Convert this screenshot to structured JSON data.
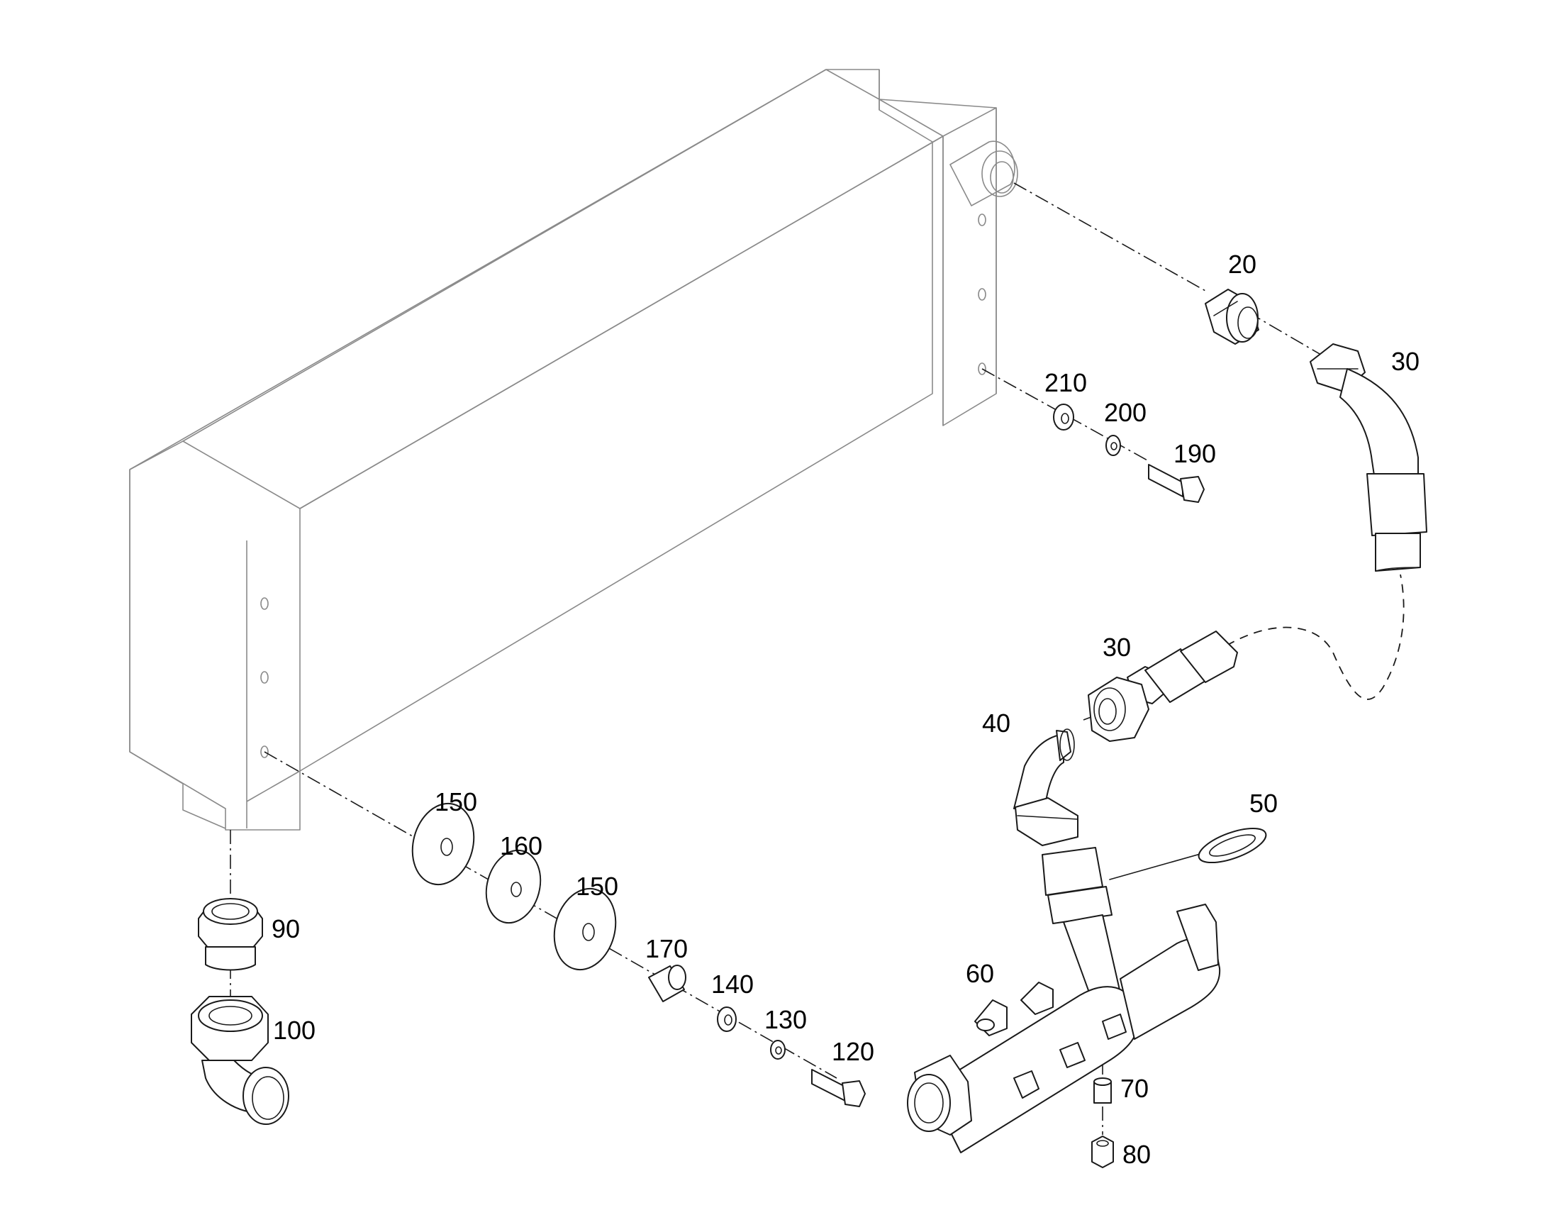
{
  "callouts": [
    {
      "id": "c20",
      "text": "20"
    },
    {
      "id": "c30a",
      "text": "30"
    },
    {
      "id": "c210",
      "text": "210"
    },
    {
      "id": "c200",
      "text": "200"
    },
    {
      "id": "c190",
      "text": "190"
    },
    {
      "id": "c30b",
      "text": "30"
    },
    {
      "id": "c40",
      "text": "40"
    },
    {
      "id": "c50",
      "text": "50"
    },
    {
      "id": "c150a",
      "text": "150"
    },
    {
      "id": "c160",
      "text": "160"
    },
    {
      "id": "c150b",
      "text": "150"
    },
    {
      "id": "c170",
      "text": "170"
    },
    {
      "id": "c140",
      "text": "140"
    },
    {
      "id": "c130",
      "text": "130"
    },
    {
      "id": "c120",
      "text": "120"
    },
    {
      "id": "c90",
      "text": "90"
    },
    {
      "id": "c100",
      "text": "100"
    },
    {
      "id": "c60",
      "text": "60"
    },
    {
      "id": "c70",
      "text": "70"
    },
    {
      "id": "c80",
      "text": "80"
    }
  ]
}
